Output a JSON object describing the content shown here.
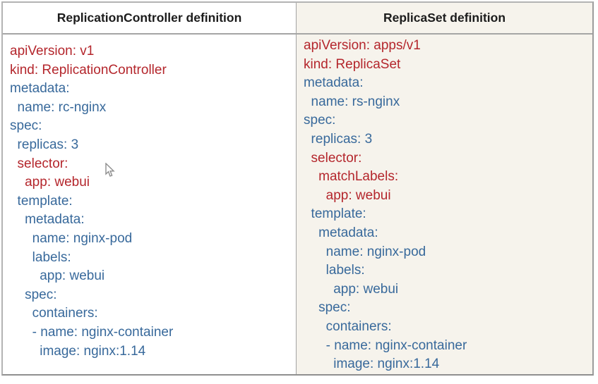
{
  "table": {
    "columns": [
      {
        "id": "replicationcontroller",
        "header": "ReplicationController definition",
        "lines": [
          {
            "text": "apiVersion: v1",
            "color": "red"
          },
          {
            "text": "kind: ReplicationController",
            "color": "red"
          },
          {
            "text": "metadata:",
            "color": "blue"
          },
          {
            "text": "  name: rc-nginx",
            "color": "blue"
          },
          {
            "text": "spec:",
            "color": "blue"
          },
          {
            "text": "  replicas: 3",
            "color": "blue"
          },
          {
            "text": "  selector:",
            "color": "red"
          },
          {
            "text": "    app: webui",
            "color": "red"
          },
          {
            "text": "  template:",
            "color": "blue"
          },
          {
            "text": "    metadata:",
            "color": "blue"
          },
          {
            "text": "      name: nginx-pod",
            "color": "blue"
          },
          {
            "text": "      labels:",
            "color": "blue"
          },
          {
            "text": "        app: webui",
            "color": "blue"
          },
          {
            "text": "    spec:",
            "color": "blue"
          },
          {
            "text": "      containers:",
            "color": "blue"
          },
          {
            "text": "      - name: nginx-container",
            "color": "blue"
          },
          {
            "text": "        image: nginx:1.14",
            "color": "blue"
          }
        ]
      },
      {
        "id": "replicaset",
        "header": "ReplicaSet definition",
        "lines": [
          {
            "text": "apiVersion: apps/v1",
            "color": "red"
          },
          {
            "text": "kind: ReplicaSet",
            "color": "red"
          },
          {
            "text": "metadata:",
            "color": "blue"
          },
          {
            "text": "  name: rs-nginx",
            "color": "blue"
          },
          {
            "text": "spec:",
            "color": "blue"
          },
          {
            "text": "  replicas: 3",
            "color": "blue"
          },
          {
            "text": "  selector:",
            "color": "red"
          },
          {
            "text": "    matchLabels:",
            "color": "red"
          },
          {
            "text": "      app: webui",
            "color": "red"
          },
          {
            "text": "  template:",
            "color": "blue"
          },
          {
            "text": "    metadata:",
            "color": "blue"
          },
          {
            "text": "      name: nginx-pod",
            "color": "blue"
          },
          {
            "text": "      labels:",
            "color": "blue"
          },
          {
            "text": "        app: webui",
            "color": "blue"
          },
          {
            "text": "    spec:",
            "color": "blue"
          },
          {
            "text": "      containers:",
            "color": "blue"
          },
          {
            "text": "      - name: nginx-container",
            "color": "blue"
          },
          {
            "text": "        image: nginx:1.14",
            "color": "blue"
          }
        ]
      }
    ]
  },
  "cursor": {
    "icon": "mouse-pointer"
  },
  "colors": {
    "red_text": "#b4262c",
    "blue_text": "#38699b",
    "left_column_bg": "#ffffff",
    "right_column_bg": "#f6f3ec",
    "header_text": "#1c1c1c",
    "border": "#a5a5a5"
  }
}
